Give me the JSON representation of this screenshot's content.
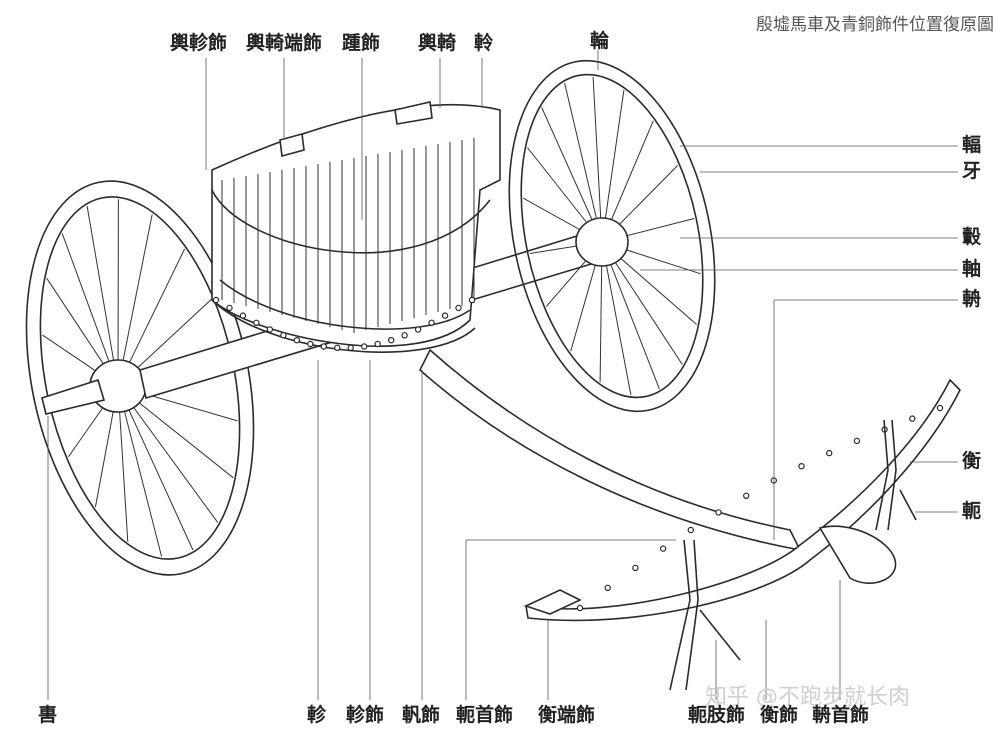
{
  "title": "殷墟馬車及青銅飾件位置復原圖",
  "watermark": "知乎 @不跑步就长肉",
  "labels": {
    "yu_han_shi": "輿軫飾",
    "yu_han_duan_shi": "輿輢端飾",
    "zhong_shi": "踵飾",
    "yu_han": "輿輢",
    "ling": "軨",
    "lun": "輪",
    "fu": "輻",
    "ya": "牙",
    "gu": "轂",
    "zhou": "軸",
    "zhou2": "輈",
    "heng": "衡",
    "e": "軛",
    "wei": "軎",
    "zhen": "軫",
    "zhen_shi": "軫飾",
    "fan_shi": "軓飾",
    "e_shou_shi": "軛首飾",
    "heng_duan_shi": "衡端飾",
    "e_zhi_shi": "軛肢飾",
    "heng_shi": "衡飾",
    "zhou_shou_shi": "輈首飾"
  }
}
